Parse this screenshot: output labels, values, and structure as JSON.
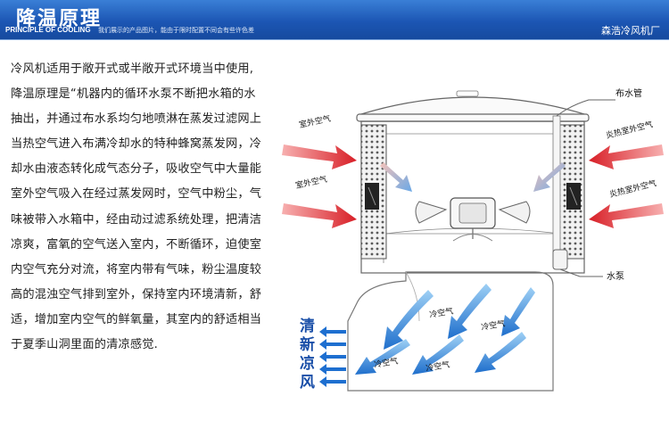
{
  "header": {
    "title": "降温原理",
    "subtitle_en": "PRINCIPLE OF COOLING",
    "note": "我们展示的产品图片，能由于限时配置不同会有些许色差",
    "company": "森浩冷风机厂"
  },
  "description": {
    "lines": [
      "冷风机适用于敞开式或半敞开式环境当中使用,",
      "降温原理是“机器内的循环水泵不断把水箱的水",
      "抽出，并通过布水系均匀地喷淋在蒸发过滤网上",
      "当热空气进入布满冷却水的特种蜂窝蒸发网，冷",
      "却水由液态转化成气态分子，吸收空气中大量能",
      "室外空气吸入在经过蒸发网时，空气中粉尘，气",
      "味被带入水箱中，经由动过滤系统处理，把清洁",
      "凉爽，富氧的空气送入室内，不断循环，迫使室",
      "内空气充分对流，将室内带有气味，粉尘温度较",
      "高的混浊空气排到室外，保持室内环境清新，舒",
      "适，增加室内空气的鲜氧量，其室内的舒适相当",
      "于夏季山洞里面的清凉感觉."
    ]
  },
  "diagram": {
    "labels": {
      "water_pipe": "布水管",
      "outdoor_air_1": "室外空气",
      "outdoor_air_2": "室外空气",
      "hot_outdoor_air_1": "炎热室外空气",
      "hot_outdoor_air_2": "炎热室外空气",
      "water_pump": "水泵",
      "cold_air_1": "冷空气",
      "cold_air_2": "冷空气",
      "cold_air_3": "冷空气",
      "cold_air_4": "冷空气",
      "fresh_1": "清",
      "fresh_2": "新",
      "fresh_3": "凉",
      "fresh_4": "风"
    },
    "colors": {
      "hot_arrow": "#e0262c",
      "cold_arrow": "#1e7fd8",
      "outline": "#666666",
      "fresh_text": "#1a4fa8"
    }
  }
}
